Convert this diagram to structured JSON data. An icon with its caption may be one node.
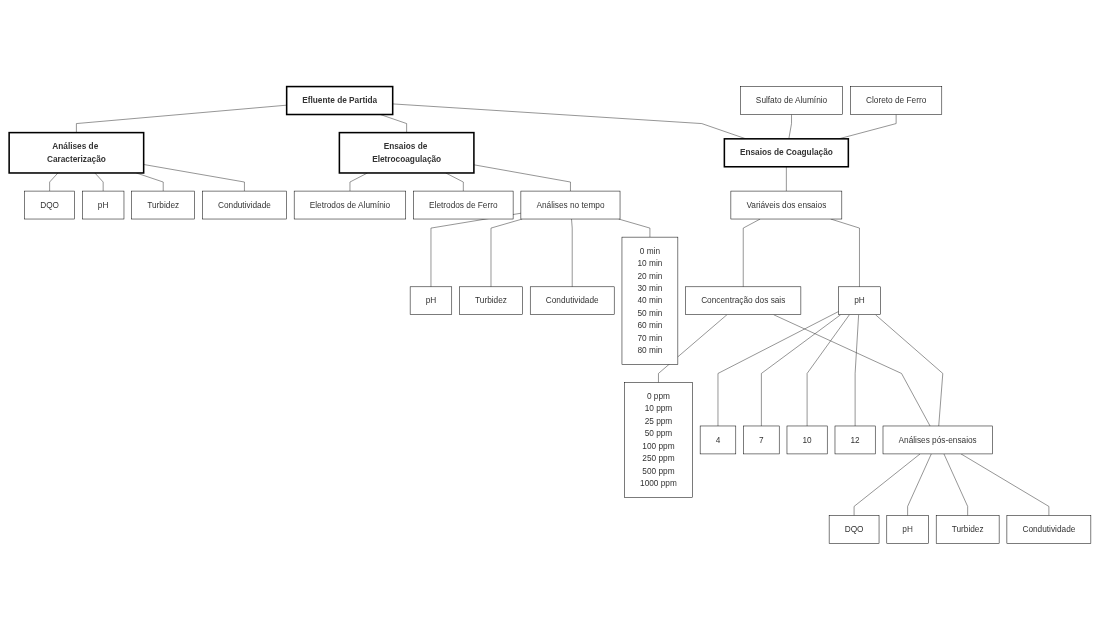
{
  "diagram": {
    "nodes": [
      {
        "text": [
          "Efluente de Partida"
        ]
      },
      {
        "text": [
          "Análises de Caracterização"
        ]
      },
      {
        "text": [
          "DQO"
        ]
      },
      {
        "text": [
          "pH"
        ]
      },
      {
        "text": [
          "Turbidez"
        ]
      },
      {
        "text": [
          "Condutividade"
        ]
      },
      {
        "text": [
          "Sulfato de Alumínio"
        ]
      },
      {
        "text": [
          "Ensaios de Coagulação"
        ]
      },
      {
        "text": [
          "Cloreto de Ferro"
        ]
      },
      {
        "text": [
          "Ensaios de Eletrocoagulação"
        ]
      },
      {
        "text": [
          "Eletrodos de Alumínio"
        ]
      },
      {
        "text": [
          "Eletrodos de Ferro"
        ]
      },
      {
        "text": [
          "Variáveis dos ensaios"
        ]
      },
      {
        "text": [
          "0 ppm",
          "10 ppm",
          "25 ppm",
          "50 ppm",
          "100 ppm",
          "250 ppm",
          "500 ppm",
          "1000 ppm"
        ]
      },
      {
        "text": [
          "Concentração dos sais"
        ]
      },
      {
        "text": [
          "pH"
        ]
      },
      {
        "text": [
          "4"
        ]
      },
      {
        "text": [
          "7"
        ]
      },
      {
        "text": [
          "10"
        ]
      },
      {
        "text": [
          "12"
        ]
      },
      {
        "text": [
          "Análises pós-ensaios"
        ]
      },
      {
        "text": [
          "DQO"
        ]
      },
      {
        "text": [
          "pH"
        ]
      },
      {
        "text": [
          "Turbidez"
        ]
      },
      {
        "text": [
          "Condutividade"
        ]
      },
      {
        "text": [
          "Análises no tempo"
        ]
      },
      {
        "text": [
          "0 min",
          "10 min",
          "20 min",
          "30 min",
          "40 min",
          "50 min",
          "60 min",
          "70 min",
          "80 min"
        ]
      },
      {
        "text": [
          "pH"
        ]
      },
      {
        "text": [
          "Turbidez"
        ]
      },
      {
        "text": [
          "Condutividade"
        ]
      }
    ],
    "edges": [
      {
        "from": 0,
        "to": 1,
        "arrow": "none"
      },
      {
        "from": 1,
        "to": 2,
        "arrow": "none"
      },
      {
        "from": 1,
        "to": 3,
        "arrow": "none"
      },
      {
        "from": 1,
        "to": 4,
        "arrow": "none"
      },
      {
        "from": 1,
        "to": 5,
        "arrow": "none"
      },
      {
        "from": 0,
        "to": 7,
        "arrow": "none"
      },
      {
        "from": 0,
        "to": 9,
        "arrow": "none"
      },
      {
        "from": 6,
        "to": 7,
        "arrow": "none"
      },
      {
        "from": 8,
        "to": 7,
        "arrow": "none"
      },
      {
        "from": 9,
        "to": 10,
        "arrow": "none"
      },
      {
        "from": 9,
        "to": 11,
        "arrow": "none"
      },
      {
        "from": 7,
        "to": 12,
        "arrow": "none"
      },
      {
        "from": 12,
        "to": 14,
        "arrow": "none"
      },
      {
        "from": 12,
        "to": 15,
        "arrow": "none"
      },
      {
        "from": 14,
        "to": 13,
        "arrow": "none"
      },
      {
        "from": 15,
        "to": 16,
        "arrow": "none"
      },
      {
        "from": 15,
        "to": 17,
        "arrow": "none"
      },
      {
        "from": 15,
        "to": 18,
        "arrow": "none"
      },
      {
        "from": 15,
        "to": 19,
        "arrow": "none"
      },
      {
        "from": 14,
        "to": 20,
        "arrow": "none"
      },
      {
        "from": 15,
        "to": 20,
        "arrow": "none"
      },
      {
        "from": 20,
        "to": 21,
        "arrow": "none"
      },
      {
        "from": 20,
        "to": 22,
        "arrow": "none"
      },
      {
        "from": 20,
        "to": 23,
        "arrow": "none"
      },
      {
        "from": 20,
        "to": 24,
        "arrow": "none"
      },
      {
        "from": 9,
        "to": 25,
        "arrow": "none"
      },
      {
        "from": 25,
        "to": 26,
        "arrow": "none"
      },
      {
        "from": 25,
        "to": 27,
        "arrow": "none"
      },
      {
        "from": 25,
        "to": 28,
        "arrow": "none"
      },
      {
        "from": 25,
        "to": 29,
        "arrow": "none"
      }
    ]
  }
}
